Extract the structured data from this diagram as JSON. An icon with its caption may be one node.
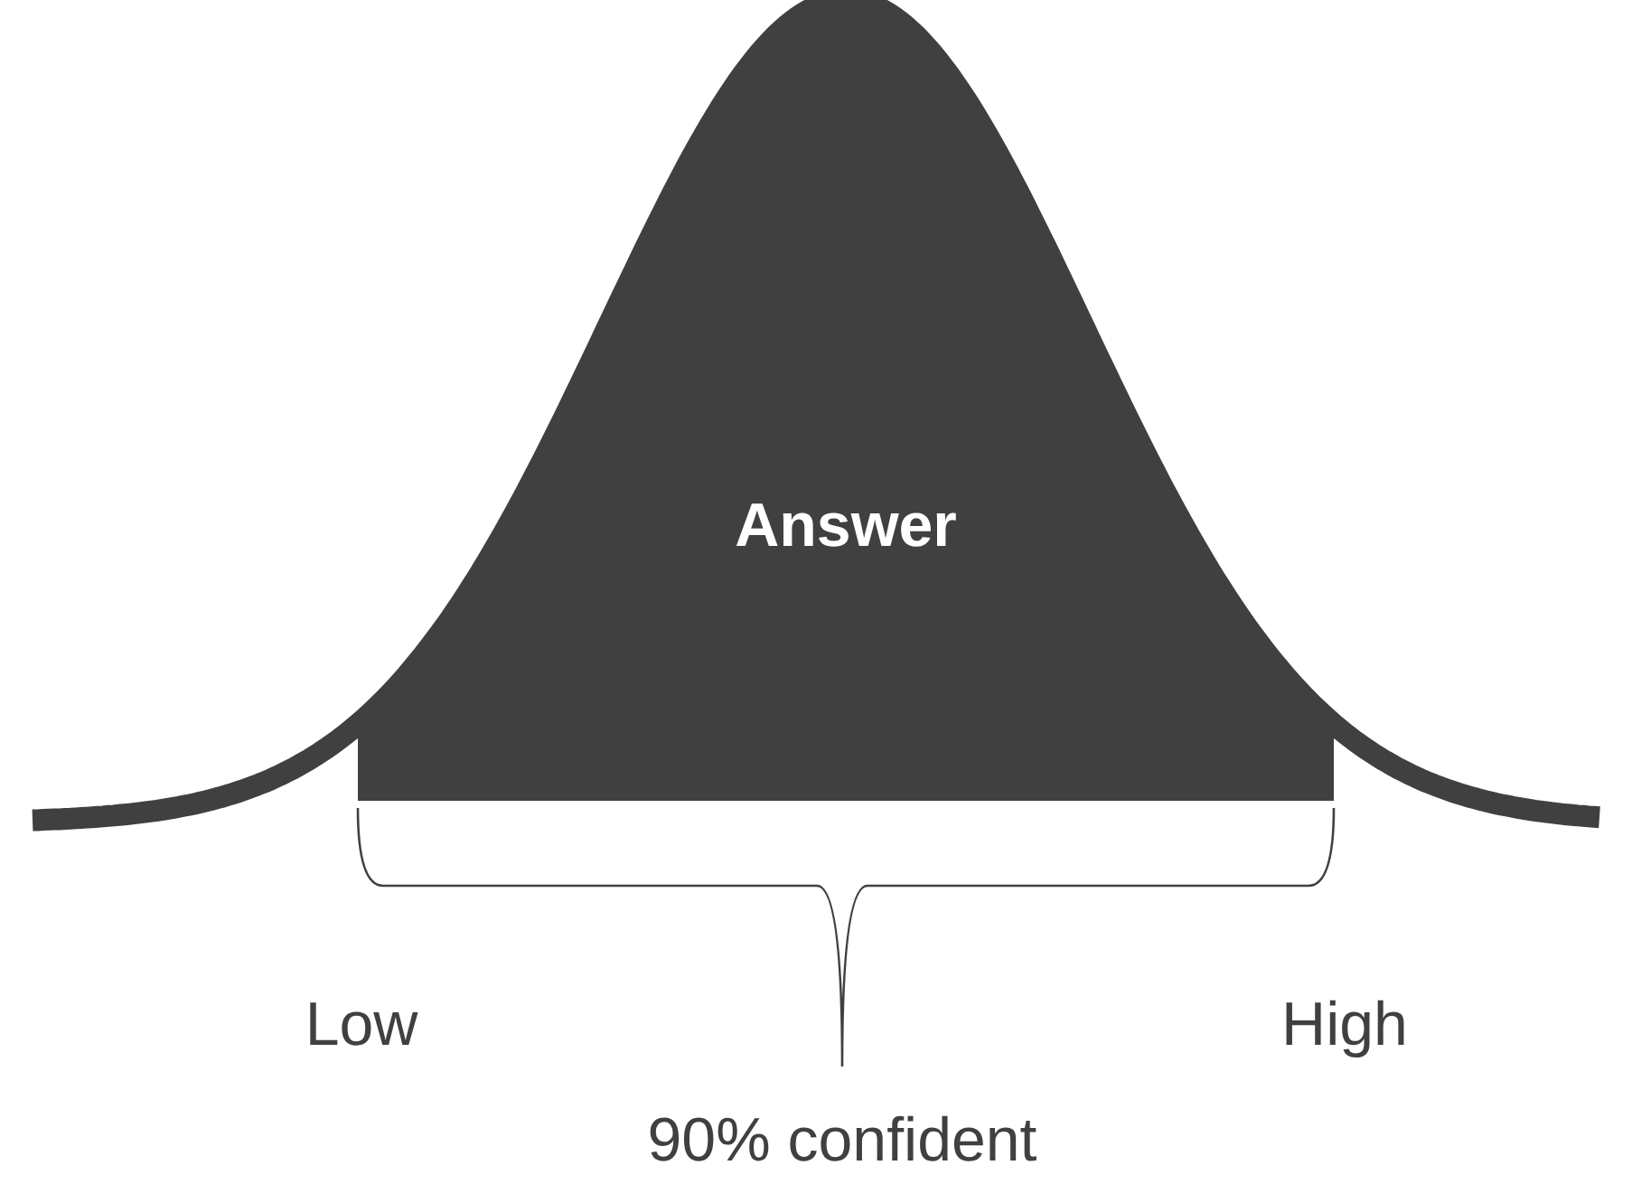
{
  "diagram": {
    "nodes": [
      {
        "text": [
          "Answer"
        ]
      }
    ],
    "edges": [],
    "labels": [
      "Low",
      "High",
      "90% confident"
    ]
  }
}
